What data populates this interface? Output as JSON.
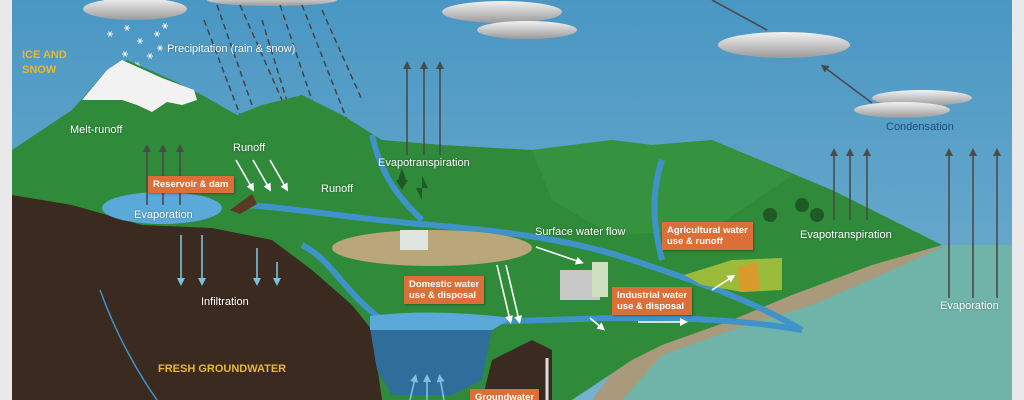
{
  "title_labels": {
    "ice_and_snow": [
      "ICE AND",
      "SNOW"
    ],
    "fresh_groundwater": "FRESH GROUNDWATER"
  },
  "process_labels": {
    "precipitation": "Precipitation (rain & snow)",
    "melt_runoff": "Melt-runoff",
    "evaporation_reservoir": "Evaporation",
    "runoff_1": "Runoff",
    "runoff_2": "Runoff",
    "evapotranspiration_1": "Evapotranspiration",
    "evapotranspiration_2": "Evapotranspiration",
    "infiltration": "Infiltration",
    "surface_water_flow": "Surface water flow",
    "condensation": "Condensation",
    "evaporation_ocean": "Evaporation"
  },
  "human_use_boxes": {
    "reservoir_dam": "Reservoir & dam",
    "domestic": [
      "Domestic water",
      "use & disposal"
    ],
    "agricultural": [
      "Agricultural water",
      "use & runoff"
    ],
    "industrial": [
      "Industrial water",
      "use & disposal"
    ],
    "groundwater": "Groundwater"
  },
  "colors": {
    "sky": "#4f9cc6",
    "land": "#2f8a3a",
    "soil": "#3b2a20",
    "water": "#3f93c8",
    "ocean": "#6fb3a9",
    "label_box": "#dc6f38",
    "gold": "#e8b830"
  }
}
